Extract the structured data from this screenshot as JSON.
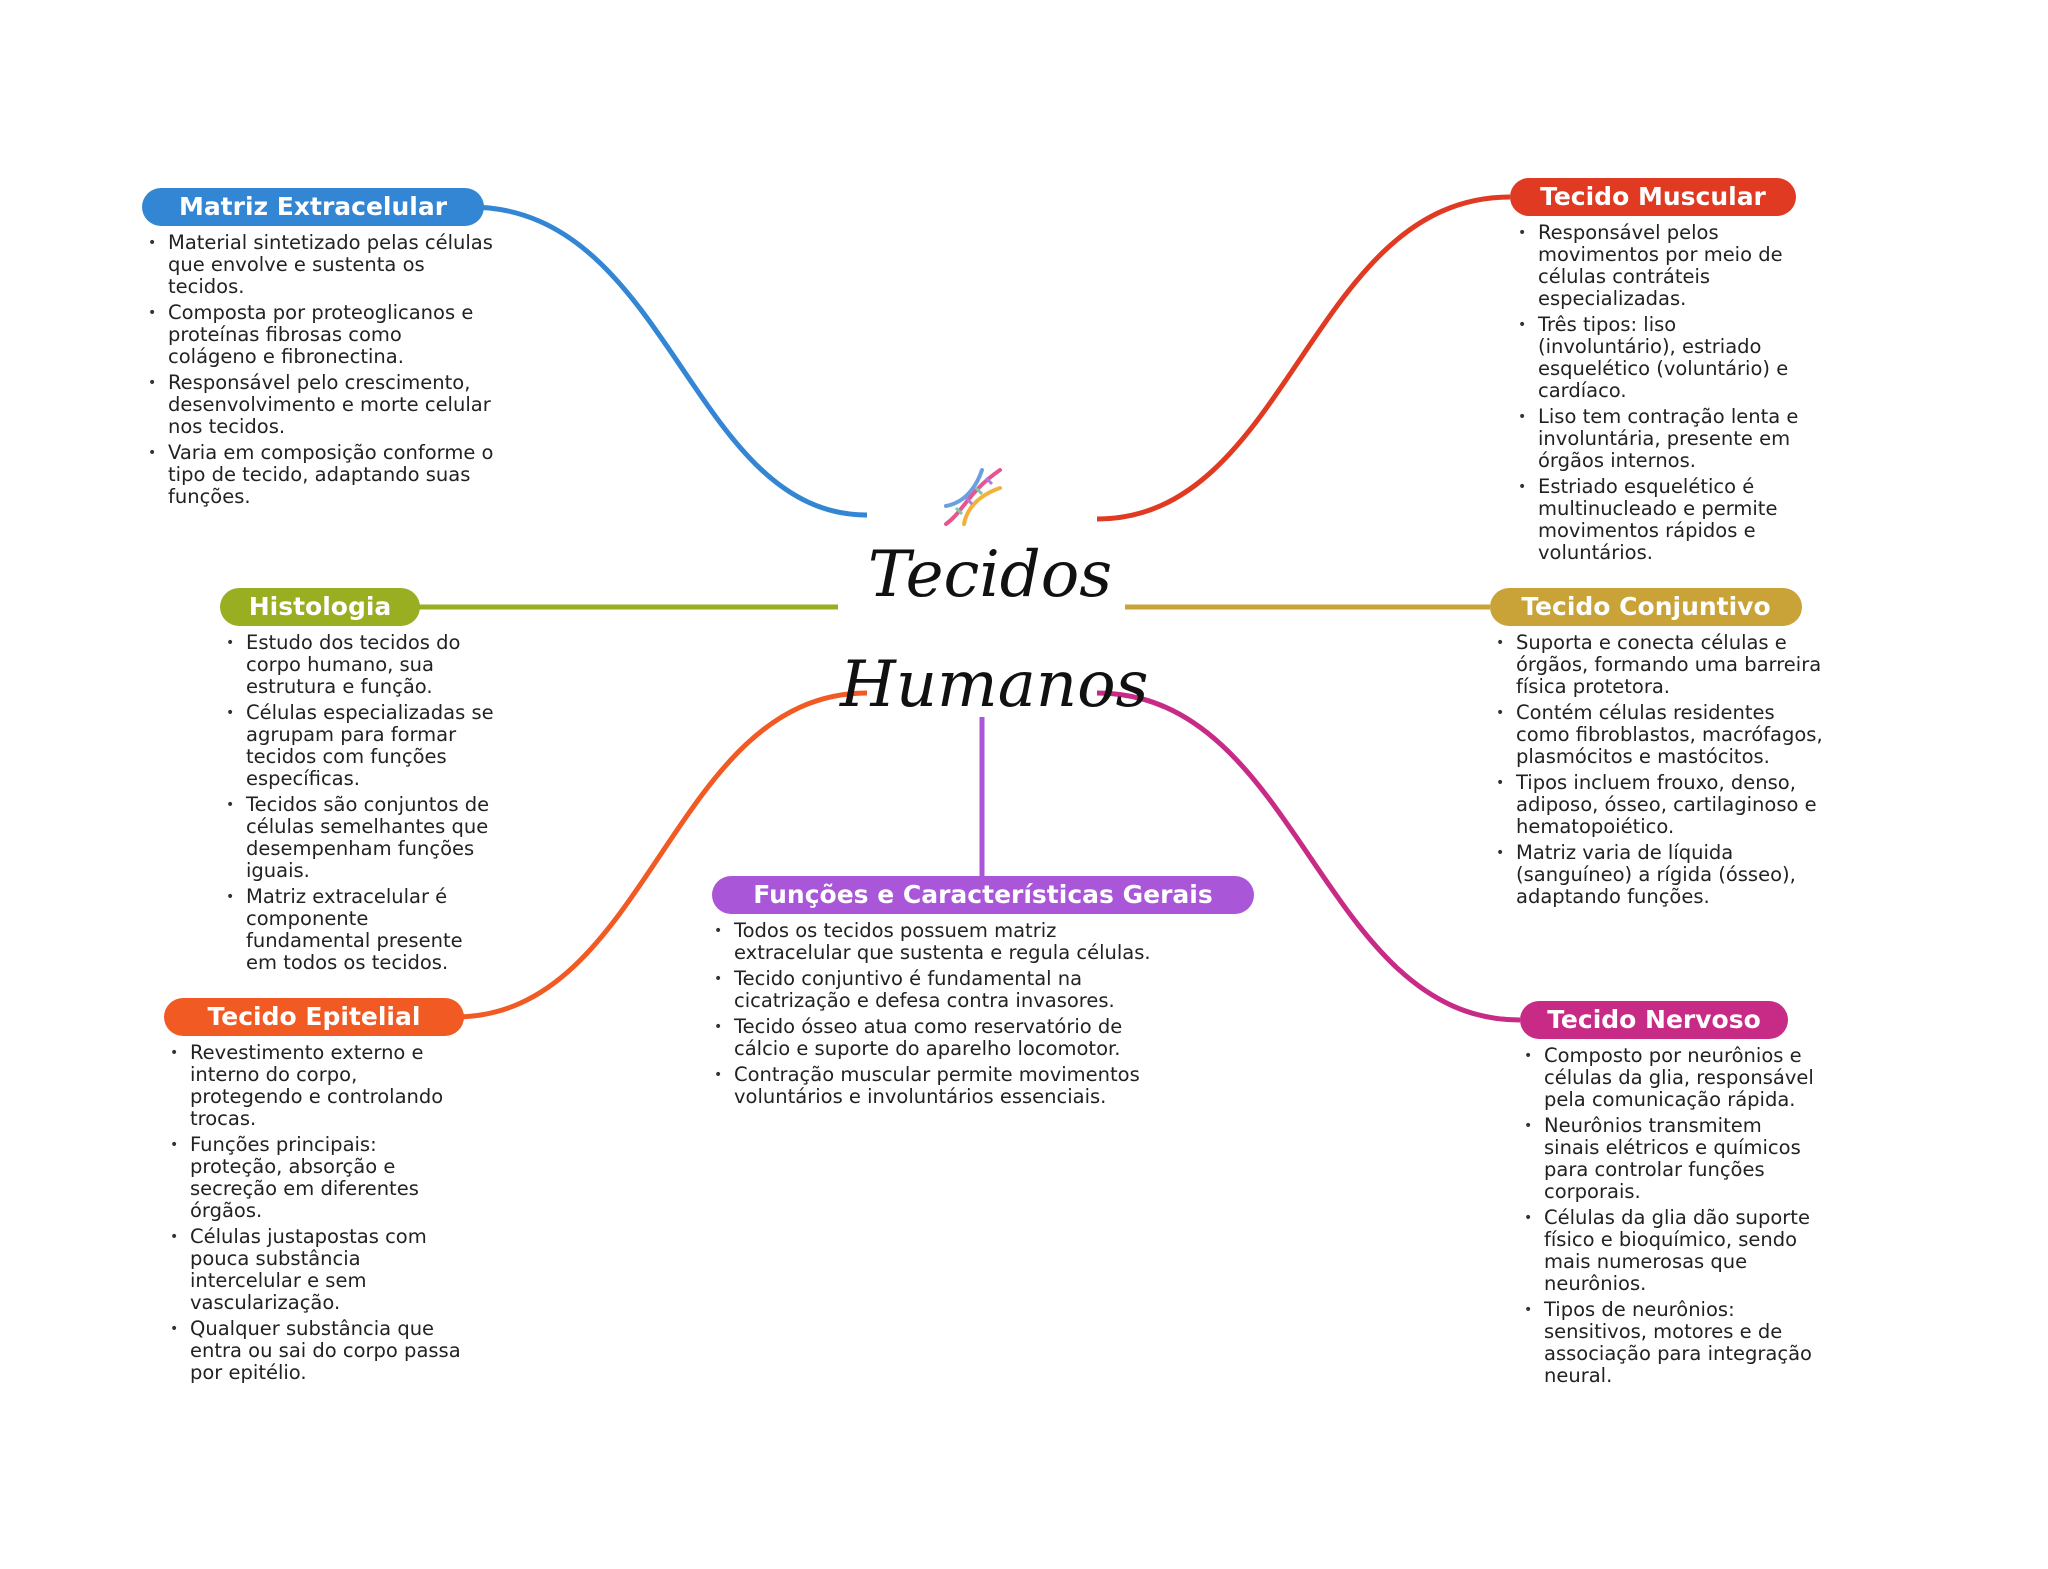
{
  "center": {
    "title_line1": "Tecidos",
    "title_line2": "Humanos",
    "icon": "dna-icon"
  },
  "colors": {
    "matriz": "#3386D3",
    "muscular": "#E03A22",
    "histologia": "#9AAE22",
    "conjuntivo": "#C9A238",
    "funcoes": "#A957D8",
    "epitelial": "#F25A23",
    "nervoso": "#C82B86"
  },
  "branches": {
    "matriz": {
      "label": "Matriz Extracelular",
      "items": [
        "Material sintetizado pelas células que envolve e sustenta os tecidos.",
        "Composta por proteoglicanos e proteínas fibrosas como colágeno e fibronectina.",
        "Responsável pelo crescimento, desenvolvimento e morte celular nos tecidos.",
        "Varia em composição conforme o tipo de tecido, adaptando suas funções."
      ]
    },
    "muscular": {
      "label": "Tecido Muscular",
      "items": [
        "Responsável pelos movimentos por meio de células contráteis especializadas.",
        "Três tipos: liso (involuntário), estriado esquelético (voluntário) e cardíaco.",
        "Liso tem contração lenta e involuntária, presente em órgãos internos.",
        "Estriado esquelético é multinucleado e permite movimentos rápidos e voluntários."
      ]
    },
    "histologia": {
      "label": "Histologia",
      "items": [
        "Estudo dos tecidos do corpo humano, sua estrutura e função.",
        "Células especializadas se agrupam para formar tecidos com funções específicas.",
        "Tecidos são conjuntos de células semelhantes que desempenham funções iguais.",
        "Matriz extracelular é componente fundamental presente em todos os tecidos."
      ]
    },
    "conjuntivo": {
      "label": "Tecido Conjuntivo",
      "items": [
        "Suporta e conecta células e órgãos, formando uma barreira física protetora.",
        "Contém células residentes como fibroblastos, macrófagos, plasmócitos e mastócitos.",
        "Tipos incluem frouxo, denso, adiposo, ósseo, cartilaginoso e hematopoiético.",
        "Matriz varia de líquida (sanguíneo) a rígida (ósseo), adaptando funções."
      ]
    },
    "funcoes": {
      "label": "Funções e Características Gerais",
      "items": [
        "Todos os tecidos possuem matriz extracelular que sustenta e regula células.",
        "Tecido conjuntivo é fundamental na cicatrização e defesa contra invasores.",
        "Tecido ósseo atua como reservatório de cálcio e suporte do aparelho locomotor.",
        "Contração muscular permite movimentos voluntários e involuntários essenciais."
      ]
    },
    "epitelial": {
      "label": "Tecido Epitelial",
      "items": [
        "Revestimento externo e interno do corpo, protegendo e controlando trocas.",
        "Funções principais: proteção, absorção e secreção em diferentes órgãos.",
        "Células justapostas com pouca substância intercelular e sem vascularização.",
        "Qualquer substância que entra ou sai do corpo passa por epitélio."
      ]
    },
    "nervoso": {
      "label": "Tecido Nervoso",
      "items": [
        "Composto por neurônios e células da glia, responsável pela comunicação rápida.",
        "Neurônios transmitem sinais elétricos e químicos para controlar funções corporais.",
        "Células da glia dão suporte físico e bioquímico, sendo mais numerosas que neurônios.",
        "Tipos de neurônios: sensitivos, motores e de associação para integração neural."
      ]
    }
  }
}
